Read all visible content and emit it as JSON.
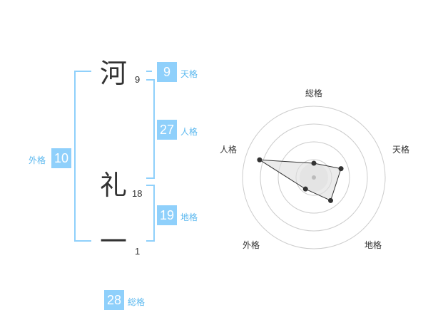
{
  "name": {
    "chars": [
      {
        "char": "河",
        "strokes": "9"
      },
      {
        "char": "礼",
        "strokes": "18"
      },
      {
        "char": "一",
        "strokes": "1"
      }
    ]
  },
  "fortunes": {
    "tenkaku": {
      "value": "9",
      "label": "天格"
    },
    "jinkaku": {
      "value": "27",
      "label": "人格"
    },
    "chikaku": {
      "value": "19",
      "label": "地格"
    },
    "gaikaku": {
      "value": "10",
      "label": "外格"
    },
    "soukaku": {
      "value": "28",
      "label": "総格"
    }
  },
  "radar": {
    "axes": [
      "総格",
      "天格",
      "地格",
      "外格",
      "人格"
    ],
    "values": [
      1,
      2,
      2,
      1,
      4
    ],
    "max": 5,
    "line_color": "#333333",
    "fill_color": "#dddddd",
    "ring_color": "#cccccc"
  },
  "colors": {
    "accent": "#8fd0fb",
    "bracket": "#8fd0fb",
    "label": "#5bb8ef"
  }
}
